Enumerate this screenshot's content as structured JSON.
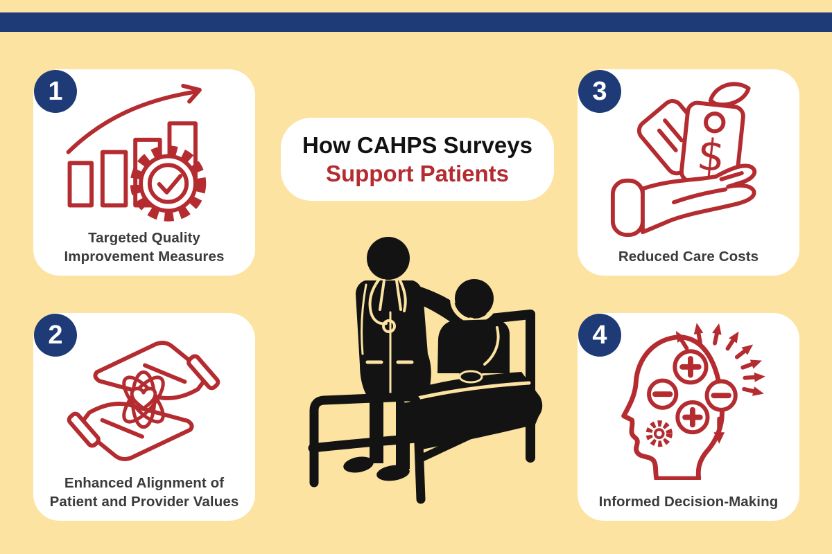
{
  "colors": {
    "bg": "#FCE3A1",
    "navy": "#1E3B78",
    "red": "#B42B30",
    "ink": "#131313",
    "text": "#3B3B3B",
    "card": "#FFFFFF",
    "title": "#121212"
  },
  "header": {
    "line1": "How CAHPS Surveys",
    "line2": "Support Patients"
  },
  "cards": [
    {
      "number": "1",
      "icon": "growth-chart-gear-icon",
      "label_lines": [
        "Targeted Quality",
        "Improvement Measures"
      ]
    },
    {
      "number": "2",
      "icon": "caring-hands-atom-heart-icon",
      "label_lines": [
        "Enhanced Alignment of",
        "Patient and Provider Values"
      ]
    },
    {
      "number": "3",
      "icon": "hand-price-tags-icon",
      "icon_text": "$",
      "label_lines": [
        "Reduced Care Costs"
      ]
    },
    {
      "number": "4",
      "icon": "head-decision-symbols-icon",
      "label_lines": [
        "Informed Decision-Making"
      ]
    }
  ],
  "center_illustration": {
    "name": "doctor-with-patient-in-bed",
    "alt": "Black silhouette pictogram of a doctor standing beside a patient sitting up in a hospital bed"
  }
}
